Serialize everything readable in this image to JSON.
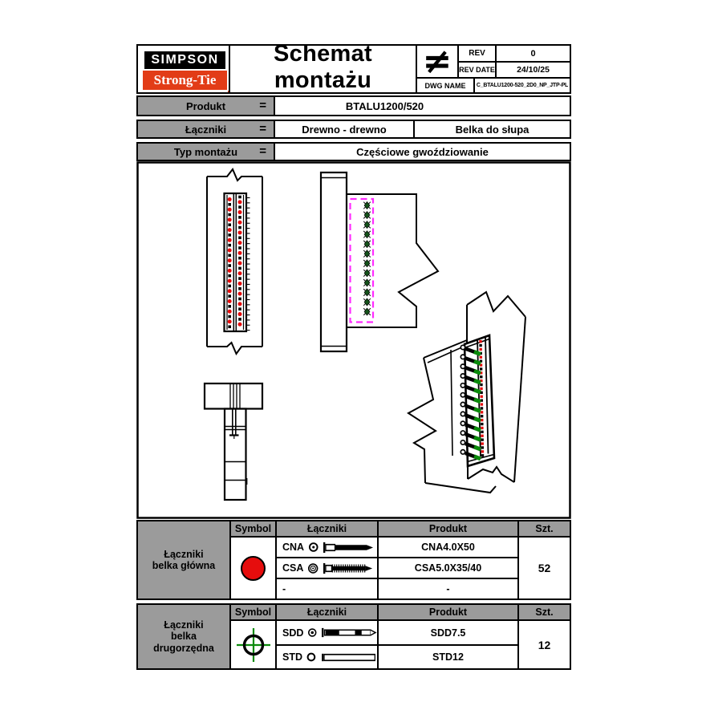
{
  "header": {
    "logo_line1": "SIMPSON",
    "logo_line2": "Strong-Tie",
    "title": "Schemat montażu",
    "neq": "≠",
    "rev_label": "REV",
    "rev_value": "0",
    "rev_date_label": "REV DATE",
    "rev_date_value": "24/10/25",
    "dwg_label": "DWG NAME",
    "dwg_value": "C_BTALU1200-520_2D0_NP_JTP-PL"
  },
  "product_info": {
    "eq": "=",
    "produkt_label": "Produkt",
    "produkt_value": "BTALU1200/520",
    "laczniki_label": "Łączniki",
    "laczniki_value1": "Drewno - drewno",
    "laczniki_value2": "Belka do słupa",
    "typ_label": "Typ montażu",
    "typ_value": "Częściowe gwoździowanie"
  },
  "table_main": {
    "row_label": "Łączniki\nbelka główna",
    "col_symbol": "Symbol",
    "col_laczniki": "Łączniki",
    "col_produkt": "Produkt",
    "col_szt": "Szt.",
    "rows": [
      {
        "code": "CNA",
        "product": "CNA4.0X50"
      },
      {
        "code": "CSA",
        "product": "CSA5.0X35/40"
      },
      {
        "code": "-",
        "product": "-"
      }
    ],
    "qty": "52"
  },
  "table_secondary": {
    "row_label": "Łączniki\nbelka\ndrugorzędna",
    "col_symbol": "Symbol",
    "col_laczniki": "Łączniki",
    "col_produkt": "Produkt",
    "col_szt": "Szt.",
    "rows": [
      {
        "code": "SDD",
        "product": "SDD7.5"
      },
      {
        "code": "STD",
        "product": "STD12"
      }
    ],
    "qty": "12"
  },
  "diagram": {
    "front_view_symbol_rows": 26,
    "front_view_ticks": 27,
    "side_view_diamonds": 12,
    "iso_nail_marks": 30,
    "iso_screws": 12
  },
  "colors": {
    "accent_red": "#e60d0d",
    "logo_red": "#e23c17",
    "magenta": "#ff2bff",
    "screw_green": "#0b8a0b",
    "diamond_green": "#14521a",
    "table_gray": "#9b9b9b"
  }
}
